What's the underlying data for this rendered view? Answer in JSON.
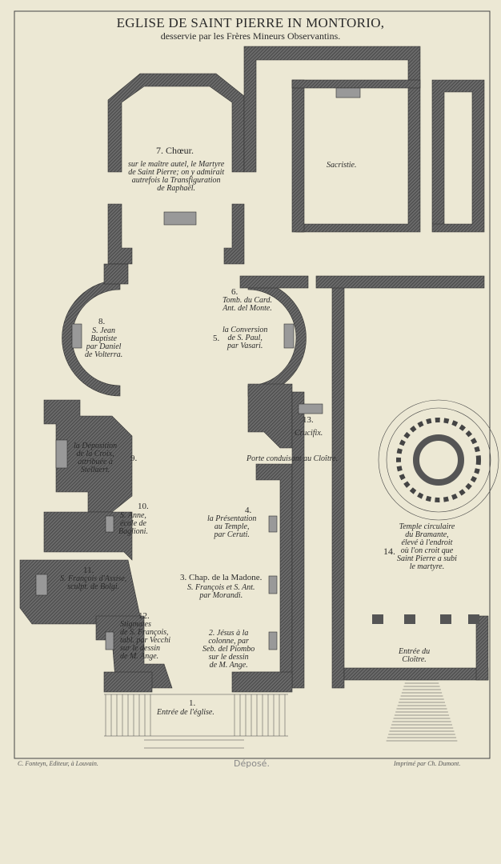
{
  "header": {
    "title": "EGLISE DE SAINT PIERRE IN MONTORIO,",
    "subtitle": "desservie par les Frères Mineurs Observantins."
  },
  "labels": {
    "choeur_title": "7. Chœur.",
    "choeur_desc": "sur le maître autel, le Martyre\nde Saint Pierre; on y admirait\nautrefois la Transfiguration\nde Raphaël.",
    "sacristie": "Sacristie.",
    "tomb_num": "6.",
    "tomb": "Tomb. du Card.\nAnt. del Monte.",
    "conversion_num": "5.",
    "conversion": "la Conversion\nde S. Paul,\npar Vasari.",
    "jean_num": "8.",
    "jean": "S. Jean\nBaptiste\npar Daniel\nde Volterra.",
    "deposition": "la Déposition\nde la Croix,\nattribuée à\nStellaert.",
    "deposition_num": "9.",
    "crucifix_num": "13.",
    "crucifix": "Crucifix.",
    "porte": "Porte conduisant au Cloître.",
    "anne_num": "10.",
    "anne": "S. Anne,\nécole de\nBaglioni.",
    "presentation_num": "4.",
    "presentation": "la Présentation\nau Temple,\npar Ceruti.",
    "francois_num": "11.",
    "francois": "S. François d'Assise,\nsculpt. de Bolgi.",
    "madone": "3. Chap. de la Madone.",
    "madone_desc": "S. François et S. Ant.\npar Morandi.",
    "stigmates_num": "12.",
    "stigmates": "Stigmates\nde S. François,\ntabl. par Vecchi\nsur le dessin\nde M. Ange.",
    "jesus": "2. Jésus à la\ncolonne, par\nSeb. del Piombo\nsur le dessin\nde M. Ange.",
    "entree_num": "1.",
    "entree": "Entrée de l'église.",
    "temple_num": "14.",
    "temple": "Temple circulaire\ndu Bramante,\nélevé à l'endroit\noù l'on croit que\nSaint Pierre a subi\nle martyre.",
    "entree_cloitre": "Entrée du\nCloître."
  },
  "footer": {
    "editor": "C. Fonteyn, Editeur, à Louvain.",
    "depose": "Déposé.",
    "printer": "Imprimé par Ch. Dumont."
  },
  "colors": {
    "paper": "#ece8d4",
    "wall": "#5a5a5a",
    "ink": "#2a2a2a"
  }
}
